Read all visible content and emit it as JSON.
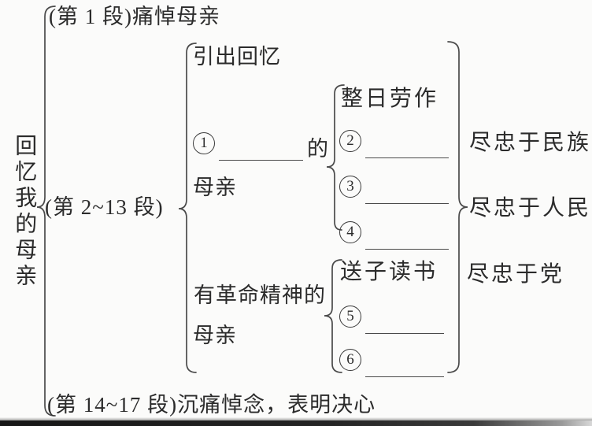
{
  "diagram": {
    "title_vertical": "回忆我的母亲",
    "outline": {
      "part1": "(第 1 段)痛悼母亲",
      "part2_label": "(第 2~13 段)",
      "part3": "(第 14~17 段)沉痛悼念，表明决心"
    },
    "part2": {
      "intro": "引出回忆",
      "mother_a": {
        "blank_num": "1",
        "suffix": "的",
        "noun": "母亲"
      },
      "mother_b": {
        "prefix": "有革命精神的",
        "noun": "母亲"
      },
      "deeds_a": {
        "lead": "整日劳作",
        "blank_nums": [
          "2",
          "3",
          "4"
        ]
      },
      "deeds_b": {
        "lead": "送子读书",
        "blank_nums": [
          "5",
          "6"
        ]
      }
    },
    "conclusions": [
      "尽忠于民族",
      "尽忠于人民",
      "尽忠于党"
    ],
    "colors": {
      "ink": "#2b2b2b",
      "line": "#4a4a4a",
      "paper": "#fbfbfa"
    }
  }
}
